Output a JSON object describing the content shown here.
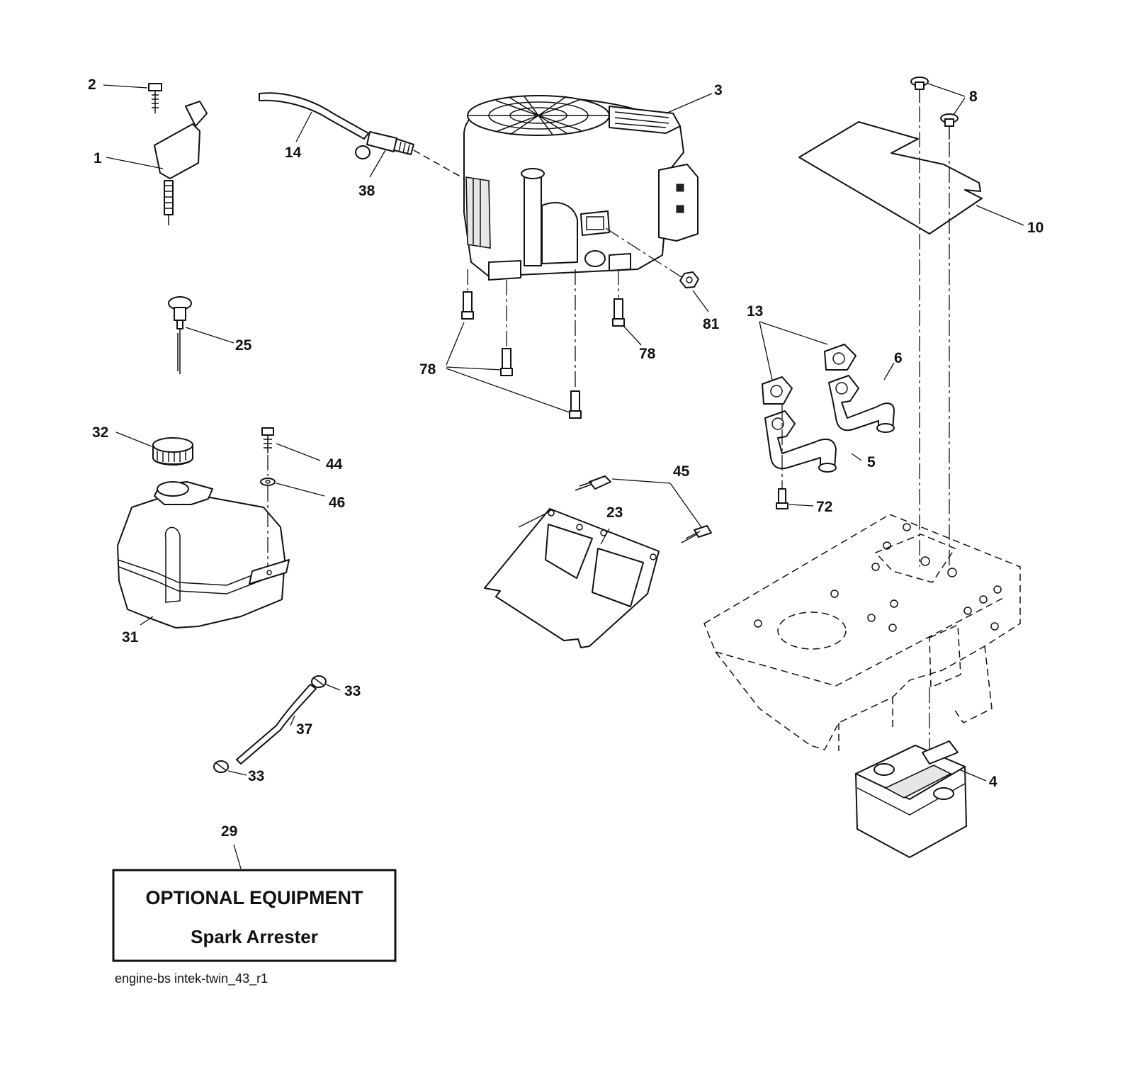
{
  "diagram": {
    "file_code": "engine-bs intek-twin_43_r1",
    "optional_box": {
      "ref": "29",
      "title": "OPTIONAL EQUIPMENT",
      "subtitle": "Spark Arrester"
    },
    "callouts": [
      {
        "id": "c1",
        "label": "1"
      },
      {
        "id": "c2",
        "label": "2"
      },
      {
        "id": "c3",
        "label": "3"
      },
      {
        "id": "c4",
        "label": "4"
      },
      {
        "id": "c5",
        "label": "5"
      },
      {
        "id": "c6",
        "label": "6"
      },
      {
        "id": "c8",
        "label": "8"
      },
      {
        "id": "c10",
        "label": "10"
      },
      {
        "id": "c13",
        "label": "13"
      },
      {
        "id": "c14",
        "label": "14"
      },
      {
        "id": "c23",
        "label": "23"
      },
      {
        "id": "c25",
        "label": "25"
      },
      {
        "id": "c31",
        "label": "31"
      },
      {
        "id": "c32",
        "label": "32"
      },
      {
        "id": "c33a",
        "label": "33"
      },
      {
        "id": "c33b",
        "label": "33"
      },
      {
        "id": "c37",
        "label": "37"
      },
      {
        "id": "c38",
        "label": "38"
      },
      {
        "id": "c44",
        "label": "44"
      },
      {
        "id": "c45",
        "label": "45"
      },
      {
        "id": "c46",
        "label": "46"
      },
      {
        "id": "c72",
        "label": "72"
      },
      {
        "id": "c78a",
        "label": "78"
      },
      {
        "id": "c78b",
        "label": "78"
      },
      {
        "id": "c81",
        "label": "81"
      }
    ]
  }
}
